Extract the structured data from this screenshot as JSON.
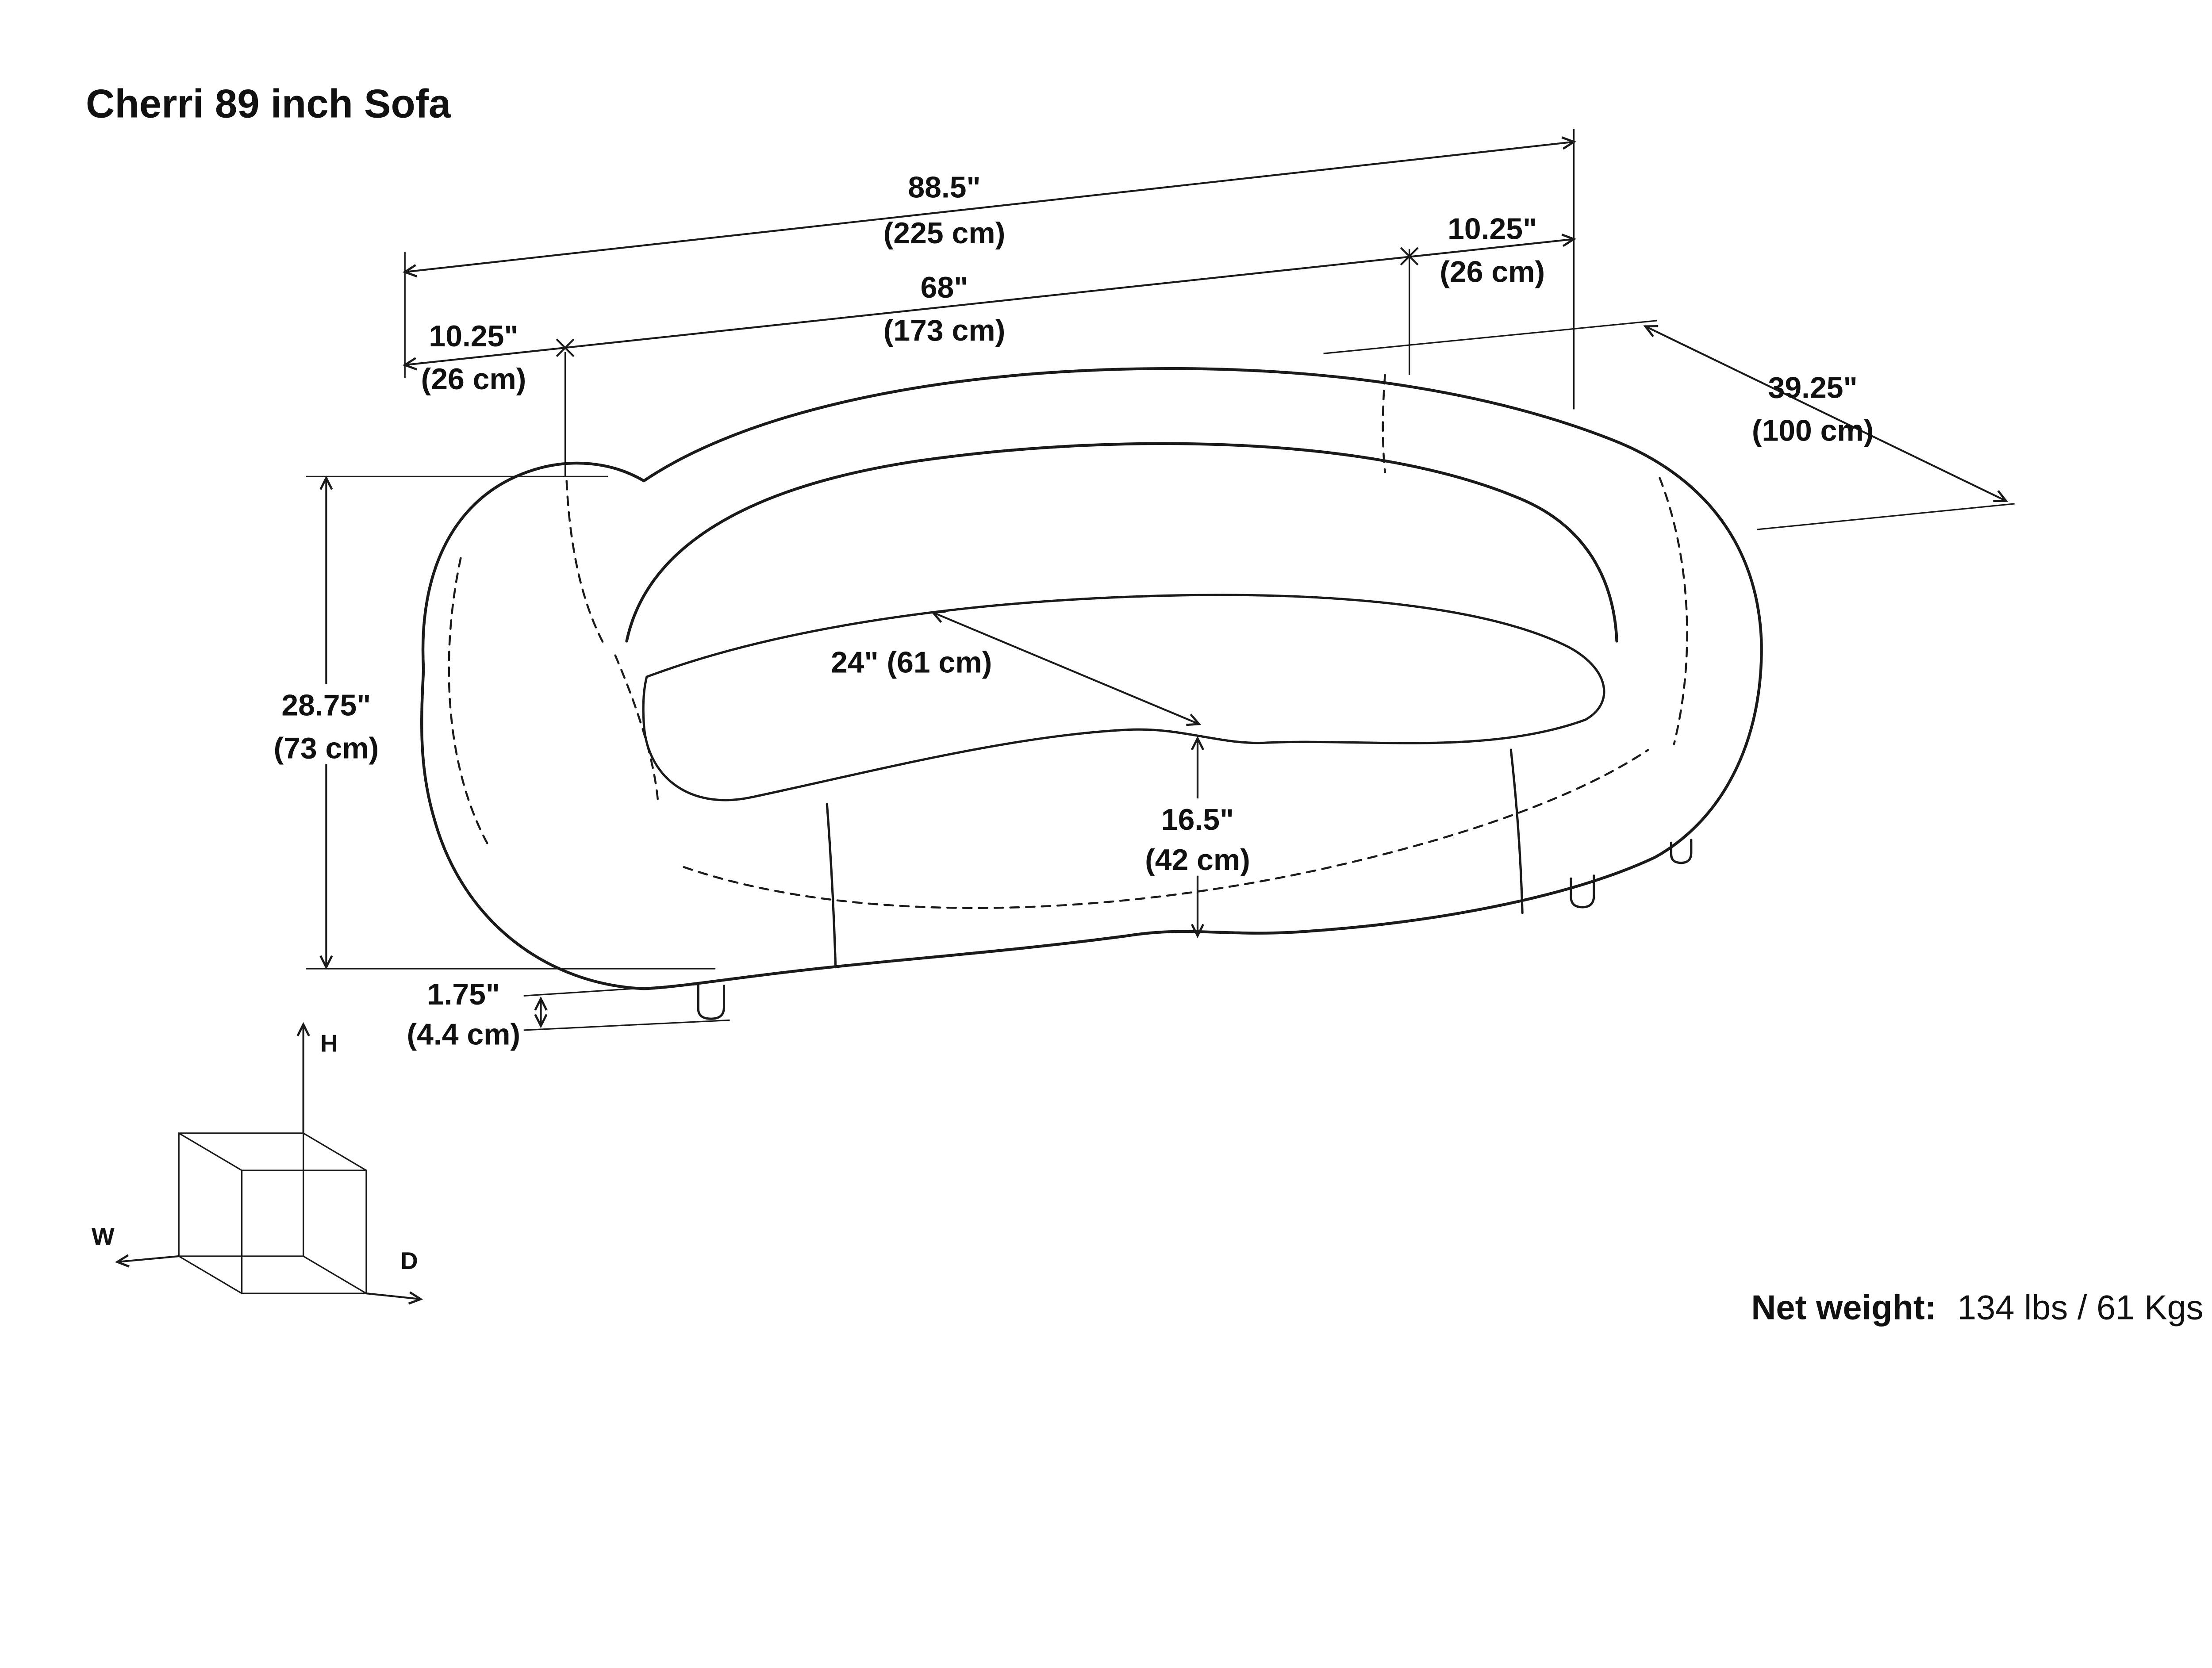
{
  "title": "Cherri 89 inch Sofa",
  "dimensions": {
    "overall_width": {
      "in": "88.5\"",
      "cm": "(225 cm)"
    },
    "seat_width": {
      "in": "68\"",
      "cm": "(173 cm)"
    },
    "arm_width_left": {
      "in": "10.25\"",
      "cm": "(26 cm)"
    },
    "arm_width_right": {
      "in": "10.25\"",
      "cm": "(26 cm)"
    },
    "overall_depth": {
      "in": "39.25\"",
      "cm": "(100 cm)"
    },
    "overall_height": {
      "in": "28.75\"",
      "cm": "(73 cm)"
    },
    "seat_depth": {
      "label": "24\" (61 cm)"
    },
    "seat_height": {
      "in": "16.5\"",
      "cm": "(42 cm)"
    },
    "leg_height": {
      "in": "1.75\"",
      "cm": "(4.4 cm)"
    }
  },
  "axis_cube": {
    "height_label": "H",
    "width_label": "W",
    "depth_label": "D"
  },
  "net_weight": {
    "label": "Net weight:",
    "value": "134 lbs / 61 Kgs"
  }
}
